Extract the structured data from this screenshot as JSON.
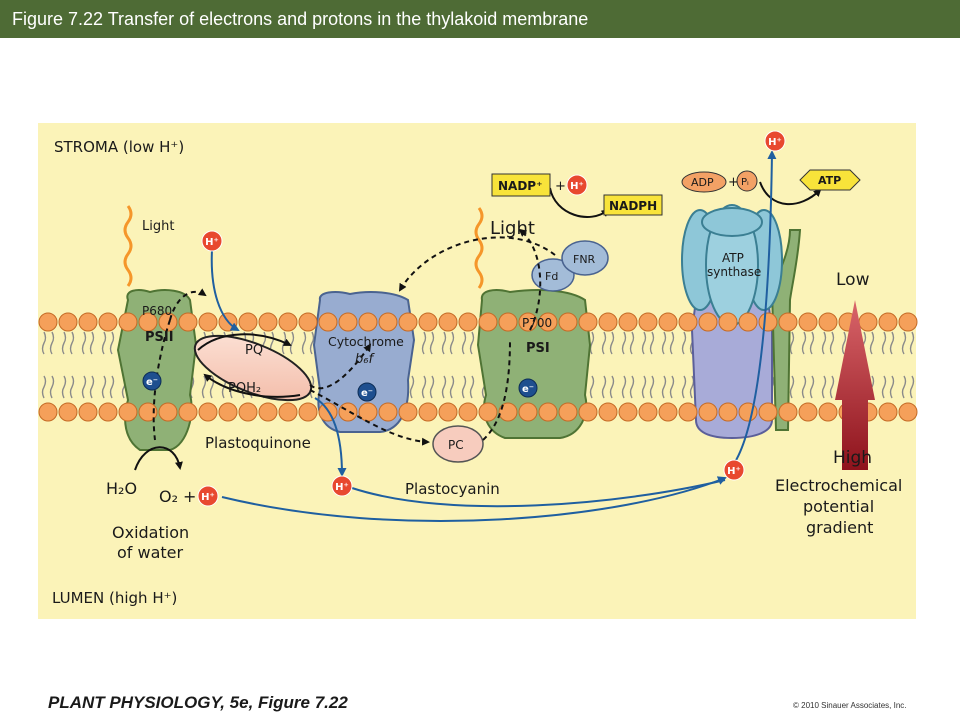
{
  "header": {
    "title": "Figure 7.22 Transfer of electrons and protons in the thylakoid membrane"
  },
  "regions": {
    "stroma": "STROMA (low H⁺)",
    "lumen": "LUMEN (high H⁺)"
  },
  "labels": {
    "light_left": "Light",
    "light_right": "Light",
    "p680": "P680",
    "psii": "PSII",
    "pq": "PQ",
    "pqh2": "PQH₂",
    "plastoquinone": "Plastoquinone",
    "cytochrome": "Cytochrome",
    "b6f": "b₆f",
    "pc": "PC",
    "plastocyanin": "Plastocyanin",
    "p700": "P700",
    "psi": "PSI",
    "fd": "Fd",
    "fnr": "FNR",
    "nadp": "NADP⁺",
    "nadph": "NADPH",
    "adp": "ADP",
    "pi": "Pᵢ",
    "atp": "ATP",
    "atp_synthase_1": "ATP",
    "atp_synthase_2": "synthase",
    "h2o": "H₂O",
    "o2": "O₂",
    "oxidation_1": "Oxidation",
    "oxidation_2": "of water",
    "low": "Low",
    "high": "High",
    "gradient_1": "Electrochemical",
    "gradient_2": "potential",
    "gradient_3": "gradient",
    "electron": "e⁻",
    "proton": "H⁺",
    "plus": "+"
  },
  "footer": {
    "book": "PLANT PHYSIOLOGY, 5e, Figure 7.22",
    "copyright": "© 2010 Sinauer Associates, Inc."
  },
  "colors": {
    "title_bar": "#4e6b35",
    "background": "#fbf3b8",
    "lipid_head": "#f5a05a",
    "psii_psi": "#8fb176",
    "cytochrome": "#98acd0",
    "h_plus": "#e8482f",
    "arrow_blue": "#1f5fa0",
    "gradient": "#9c1b22"
  }
}
